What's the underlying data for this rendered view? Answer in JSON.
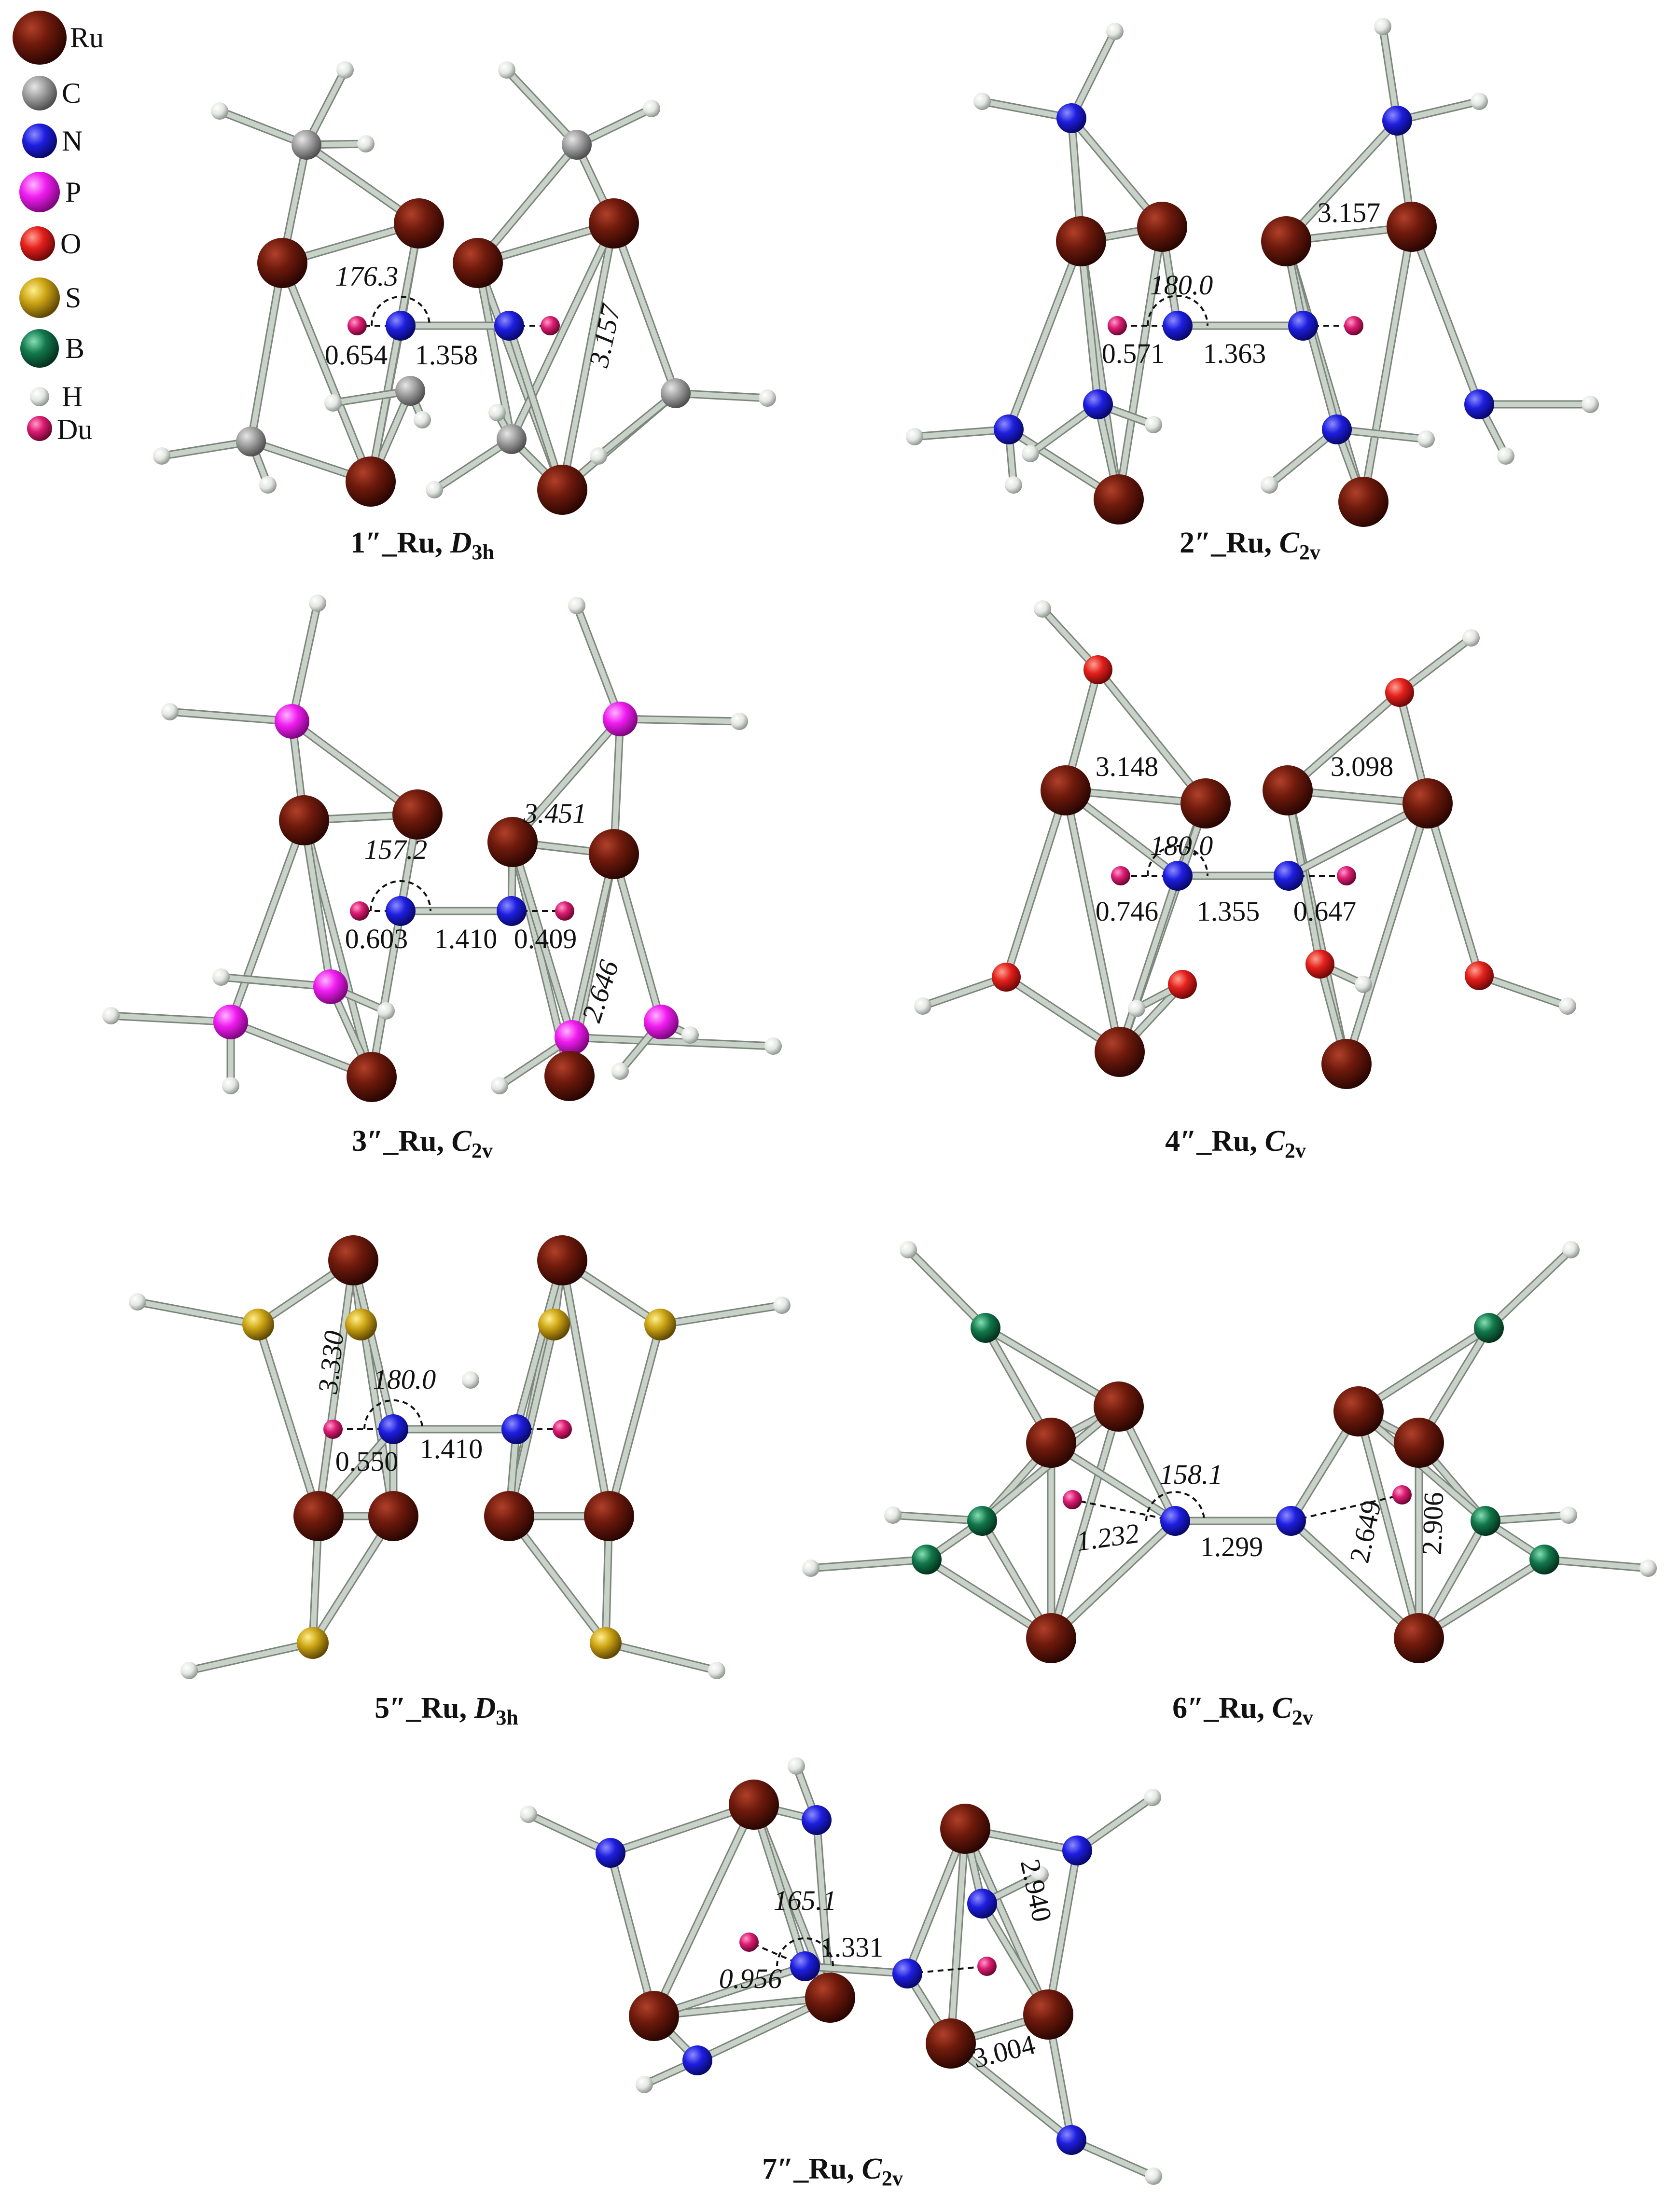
{
  "legend": [
    {
      "symbol": "Ru",
      "color": "#5a1208",
      "size": "large"
    },
    {
      "symbol": "C",
      "color": "#8c8c8c",
      "size": "medium"
    },
    {
      "symbol": "N",
      "color": "#1a1ad6",
      "size": "medium"
    },
    {
      "symbol": "P",
      "color": "#ee1aee",
      "size": "medium"
    },
    {
      "symbol": "O",
      "color": "#e01a1a",
      "size": "medium"
    },
    {
      "symbol": "S",
      "color": "#c8a010",
      "size": "medium"
    },
    {
      "symbol": "B",
      "color": "#0e6e46",
      "size": "medium"
    },
    {
      "symbol": "H",
      "color": "#e8ece8",
      "size": "small"
    },
    {
      "symbol": "Du",
      "color": "#d81a6e",
      "size": "small"
    }
  ],
  "bond_color": "#c8d2c8",
  "structures": [
    {
      "name": "1″_Ru",
      "caption_id": "1″_Ru, ",
      "symmetry": {
        "letter": "D",
        "sub": "3h"
      },
      "angle": "176.3",
      "distances": [
        "0.654",
        "1.358",
        "3.157"
      ]
    },
    {
      "name": "2″_Ru",
      "caption_id": "2″_Ru, ",
      "symmetry": {
        "letter": "C",
        "sub": "2v"
      },
      "angle": "180.0",
      "distances": [
        "0.571",
        "1.363",
        "3.157"
      ]
    },
    {
      "name": "3″_Ru",
      "caption_id": "3″_Ru, ",
      "symmetry": {
        "letter": "C",
        "sub": "2v"
      },
      "angle": "157.2",
      "distances": [
        "0.603",
        "1.410",
        "0.409",
        "3.451",
        "2.646"
      ]
    },
    {
      "name": "4″_Ru",
      "caption_id": "4″_Ru, ",
      "symmetry": {
        "letter": "C",
        "sub": "2v"
      },
      "angle": "180.0",
      "distances": [
        "0.746",
        "1.355",
        "0.647",
        "3.148",
        "3.098"
      ]
    },
    {
      "name": "5″_Ru",
      "caption_id": "5″_Ru, ",
      "symmetry": {
        "letter": "D",
        "sub": "3h"
      },
      "angle": "180.0",
      "distances": [
        "0.550",
        "1.410",
        "3.330"
      ]
    },
    {
      "name": "6″_Ru",
      "caption_id": "6″_Ru, ",
      "symmetry": {
        "letter": "C",
        "sub": "2v"
      },
      "angle": "158.1",
      "distances": [
        "1.232",
        "1.299",
        "2.649",
        "2.906"
      ]
    },
    {
      "name": "7″_Ru",
      "caption_id": "7″_Ru, ",
      "symmetry": {
        "letter": "C",
        "sub": "2v"
      },
      "angle": "165.1",
      "distances": [
        "0.956",
        "1.331",
        "2.940",
        "3.004"
      ]
    }
  ]
}
